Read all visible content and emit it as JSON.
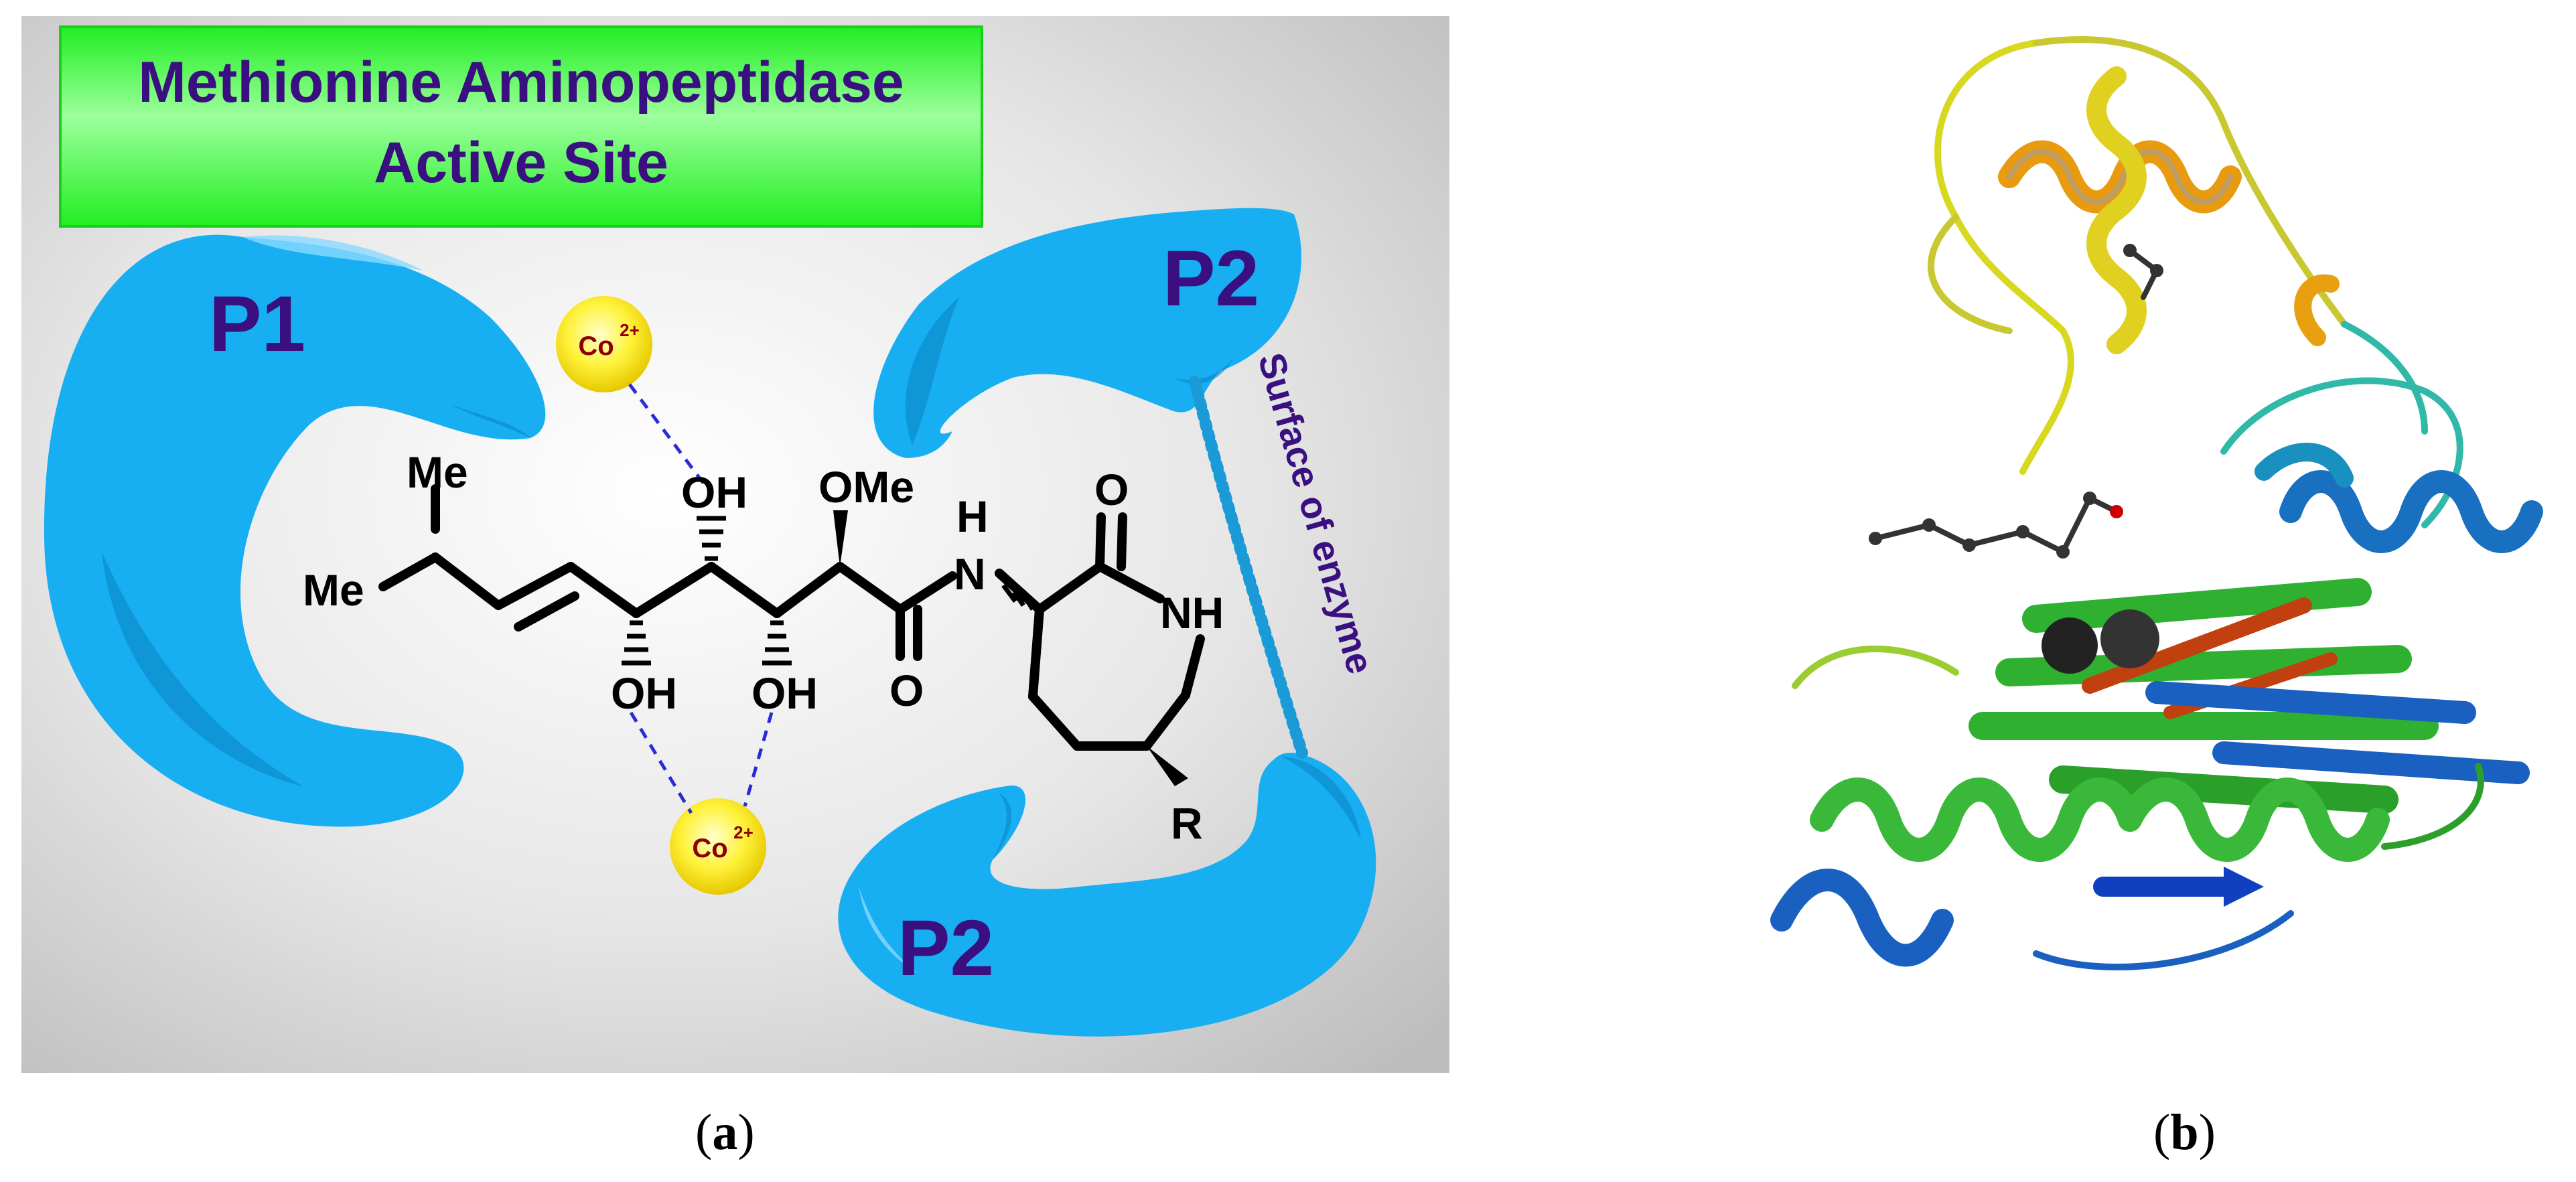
{
  "panel_a": {
    "title_line1": "Methionine Aminopeptidase",
    "title_line2": "Active Site",
    "pocket_p1": "P1",
    "pocket_p2_top": "P2",
    "pocket_p2_bottom": "P2",
    "surface_label": "Surface of enzyme",
    "metal_ion_label": "Co",
    "metal_ion_charge": "2+",
    "atoms": {
      "me_top": "Me",
      "me_left": "Me",
      "oh_top": "OH",
      "ome": "OMe",
      "oh_bottom_left": "OH",
      "oh_bottom_mid": "OH",
      "amide_nh": "H",
      "amide_n": "N",
      "amide_o": "O",
      "lactam_o": "O",
      "lactam_nh": "NH",
      "r_group": "R"
    },
    "colors": {
      "title_bg": "#33ff33",
      "title_text": "#3a1080",
      "pocket_blue": "#17aef2",
      "ion_yellow": "#ffee22",
      "ion_text": "#8b0000",
      "background_gray": "#d3d3d3"
    },
    "caption_letter": "a"
  },
  "panel_b": {
    "description_icon": "protein-ribbon-structure",
    "caption_letter": "b"
  },
  "caption_open": "(",
  "caption_close": ")"
}
